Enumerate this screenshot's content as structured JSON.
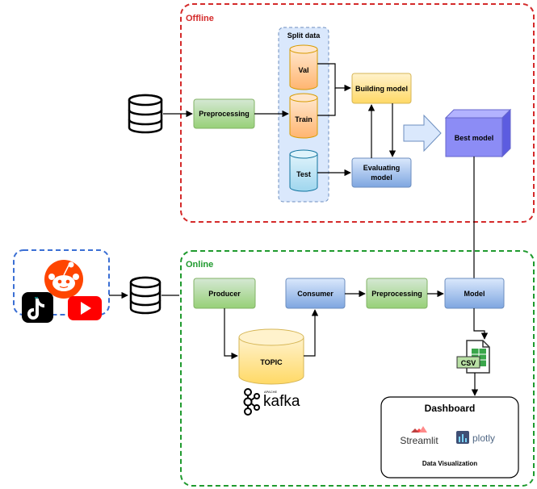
{
  "offline": {
    "title": "Offline",
    "title_color": "#d42a2a",
    "split_title": "Split data",
    "val": "Val",
    "train": "Train",
    "test": "Test",
    "preprocessing": "Preprocessing",
    "building_model": "Building model",
    "evaluating_line1": "Evaluating",
    "evaluating_line2": "model",
    "best_model": "Best model"
  },
  "online": {
    "title": "Online",
    "title_color": "#1f9a2e",
    "producer": "Producer",
    "consumer": "Consumer",
    "preprocessing": "Preprocessing",
    "model": "Model",
    "topic": "TOPIC",
    "kafka_brand": "kafka",
    "kafka_prefix": "APACHE",
    "csv": "CSV"
  },
  "dashboard": {
    "title": "Dashboard",
    "streamlit": "Streamlit",
    "plotly": "plotly",
    "footer": "Data Visualization"
  },
  "sources": [
    "reddit-icon",
    "tiktok-icon",
    "youtube-icon"
  ],
  "colors": {
    "green_fill": "#b9e0a5",
    "green_stroke": "#82b366",
    "blue_fill": "#9ab8e8",
    "blue_stroke": "#6c8ebf",
    "yellow_fill": "#ffe599",
    "yellow_stroke": "#d6b656",
    "orange_cyl": "#ffcc99",
    "blue_cyl": "#bde3f5",
    "best_model": "#8c8cf5"
  }
}
